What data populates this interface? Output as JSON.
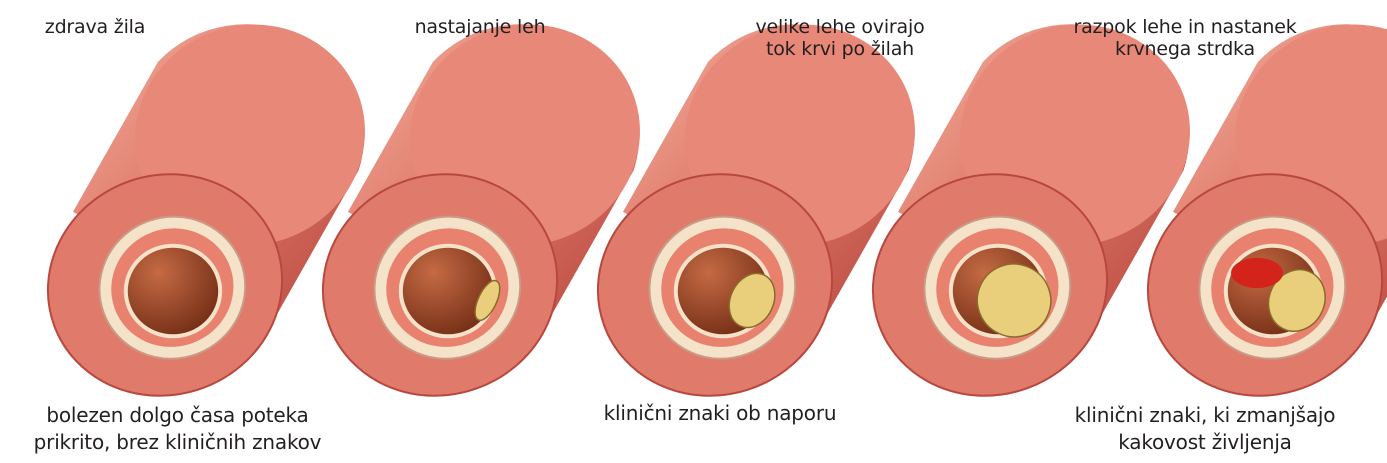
{
  "stages": [
    {
      "title": "zdrava žila",
      "plaque": 0,
      "clot": false
    },
    {
      "title": "nastajanje leh",
      "plaque": 0.15,
      "clot": false
    },
    {
      "title": "velike lehe ovirajo\ntok krvi po žilah",
      "plaque": 0.35,
      "clot": false
    },
    {
      "title": "",
      "plaque": 0.6,
      "clot": false
    },
    {
      "title": "razpok lehe in nastanek\nkrvnega strdka",
      "plaque": 0.45,
      "clot": true
    }
  ],
  "bottom_labels": [
    "bolezen dolgo časa poteka\nprikrito, brez kliničnih znakov",
    "klinični znaki ob naporu",
    "klinični znaki, ki zmanjšajo\nkakovost življenja"
  ],
  "colors": {
    "vessel": "#e07a6a",
    "vessel_dark": "#b8483f",
    "wall": "#f4e2c9",
    "lumen": "#8f3a1e",
    "plaque": "#e9cf7c",
    "clot": "#d4231a"
  }
}
